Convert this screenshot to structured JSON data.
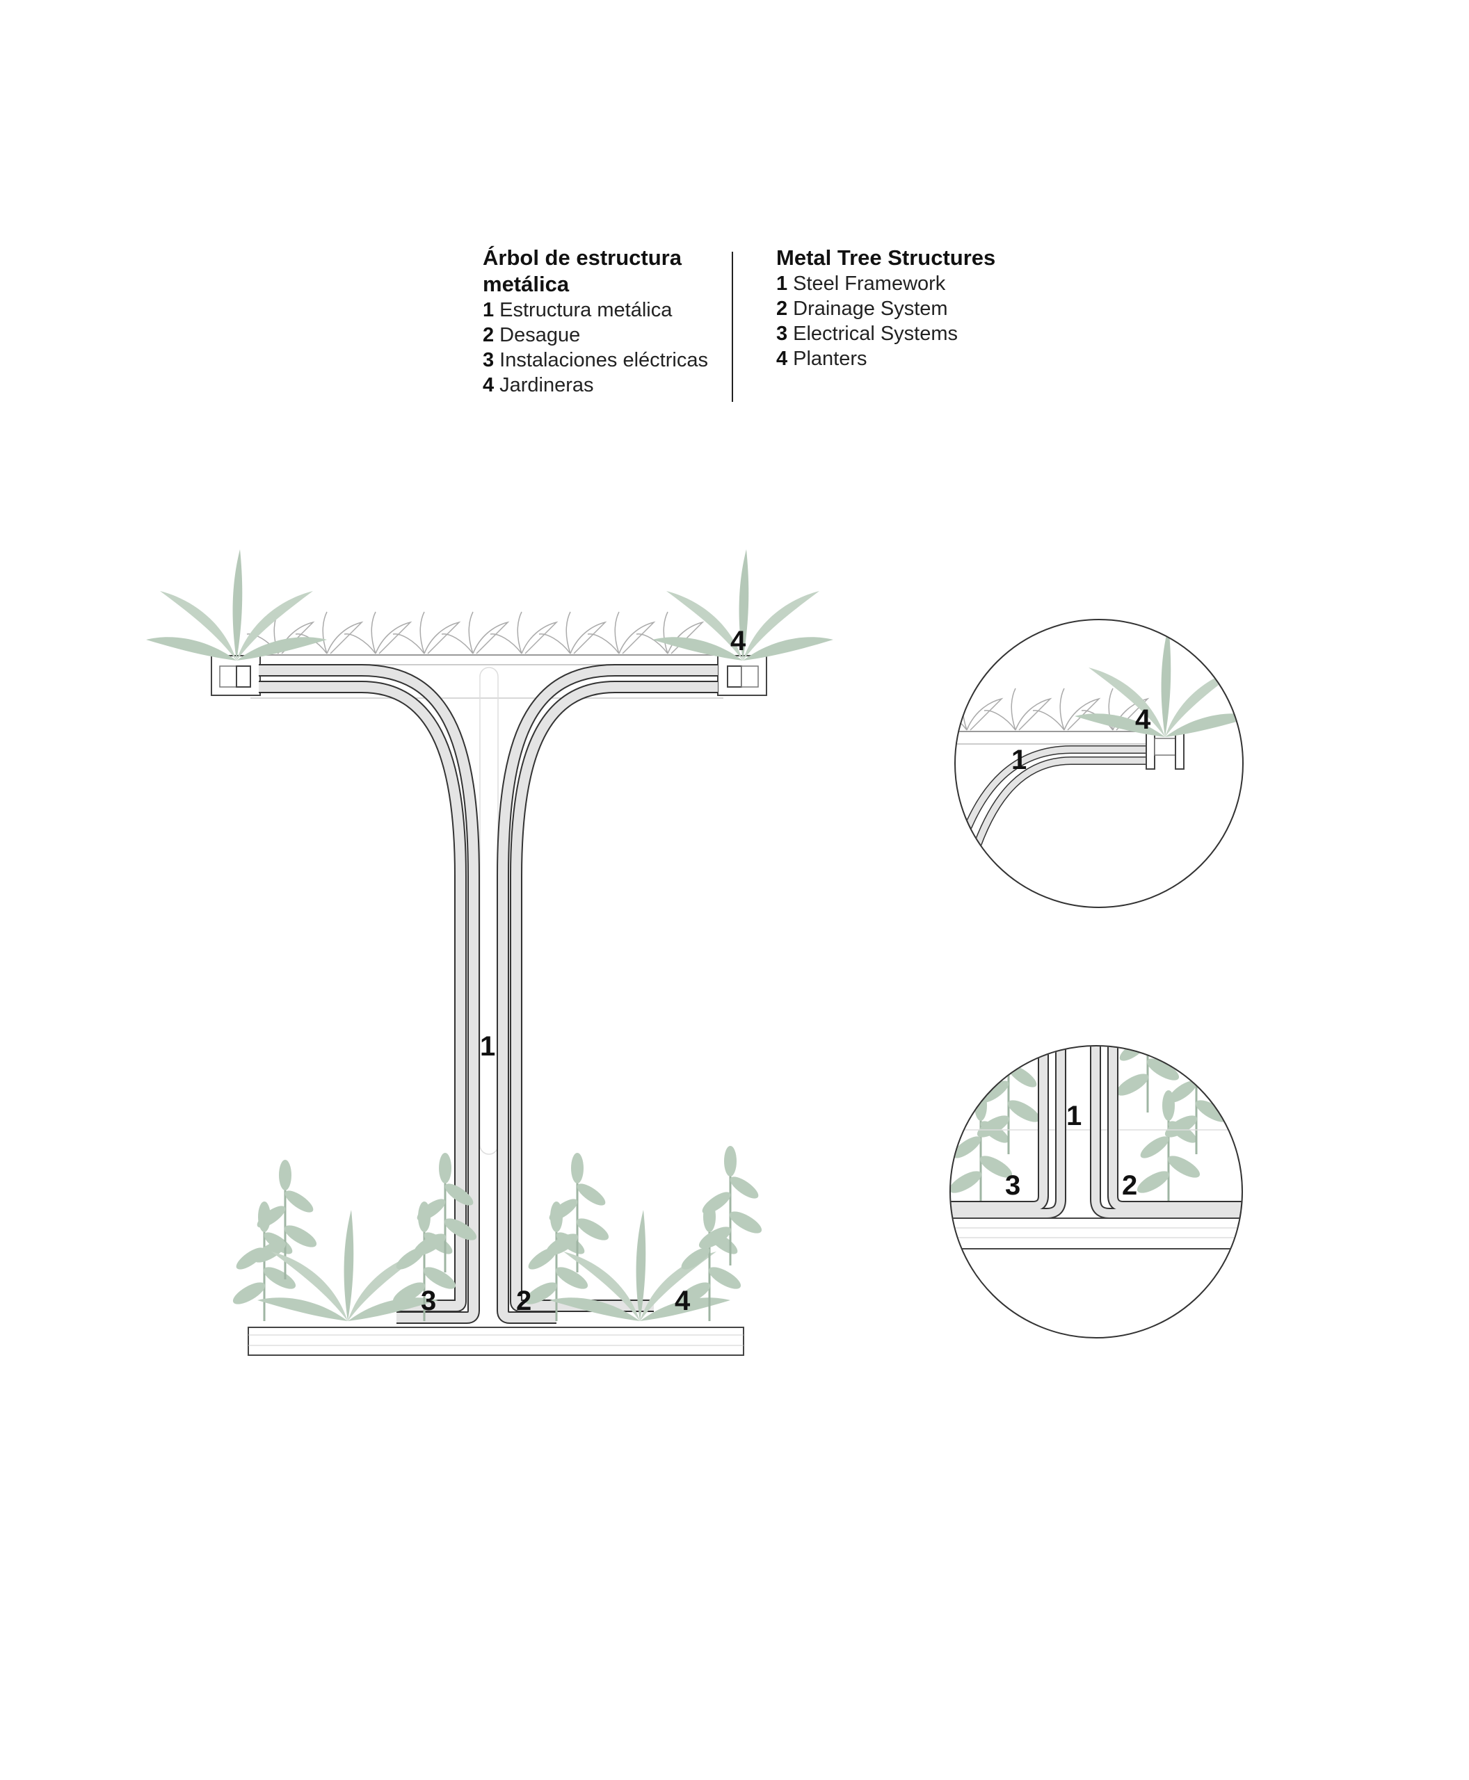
{
  "legend_es": {
    "title": "Árbol de estructura metálica",
    "items": [
      {
        "num": "1",
        "text": "Estructura metálica"
      },
      {
        "num": "2",
        "text": "Desague"
      },
      {
        "num": "3",
        "text": "Instalaciones eléctricas"
      },
      {
        "num": "4",
        "text": "Jardineras"
      }
    ]
  },
  "legend_en": {
    "title": "Metal Tree Structures",
    "items": [
      {
        "num": "1",
        "text": "Steel Framework"
      },
      {
        "num": "2",
        "text": "Drainage System"
      },
      {
        "num": "3",
        "text": "Electrical Systems"
      },
      {
        "num": "4",
        "text": "Planters"
      }
    ]
  },
  "main_labels": {
    "frame": "1",
    "drain": "2",
    "elec": "3",
    "planter_bottom": "4",
    "planter_top": "4"
  },
  "detail_top_labels": {
    "frame": "1",
    "planter": "4"
  },
  "detail_bottom_labels": {
    "frame": "1",
    "drain": "2",
    "elec": "3"
  },
  "colors": {
    "leaf": "#b9ccbc",
    "pipe": "#e4e4e4",
    "line": "#333333"
  }
}
